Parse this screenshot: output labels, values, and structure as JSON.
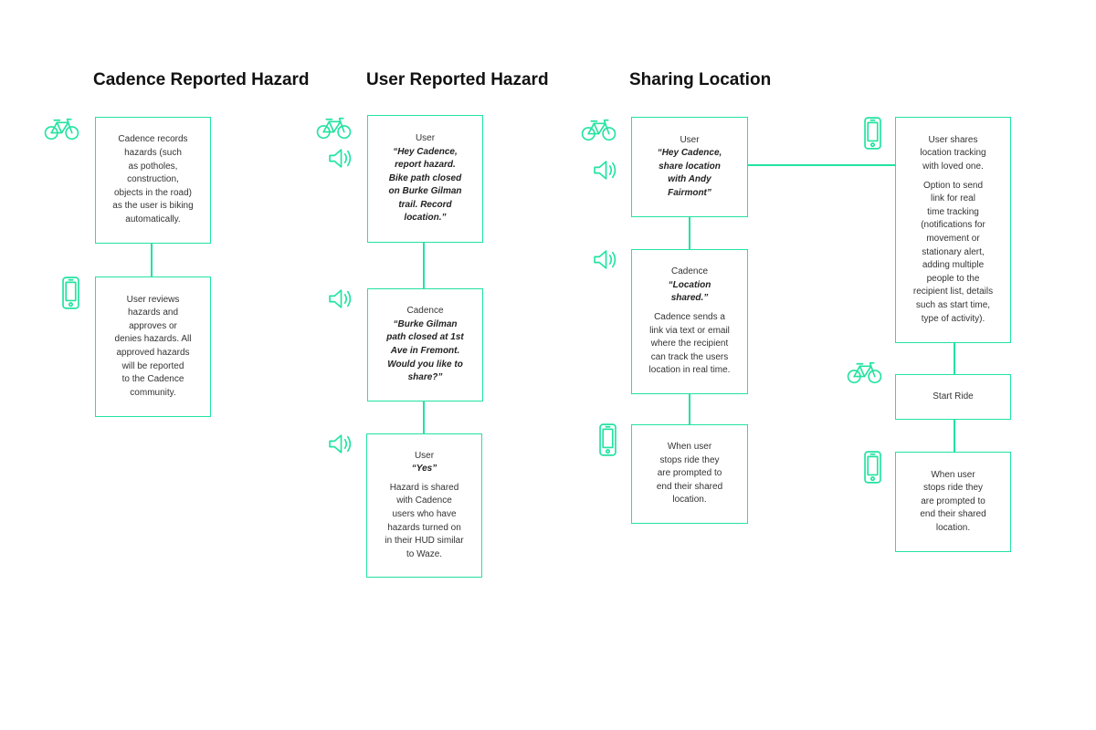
{
  "accent_color": "#22e3a0",
  "columns": {
    "cadence": {
      "title": "Cadence Reported Hazard"
    },
    "user": {
      "title": "User Reported Hazard"
    },
    "sharing": {
      "title": "Sharing Location"
    }
  },
  "boxes": {
    "cr1": {
      "text": "Cadence records\nhazards (such\nas potholes,\nconstruction,\nobjects in the road)\nas the user is biking\nautomatically."
    },
    "cr2": {
      "text": "User reviews\nhazards and\napproves or\ndenies hazards. All\napproved hazards\nwill be reported\nto the Cadence\ncommunity."
    },
    "ur1": {
      "speaker": "User",
      "quote": "“Hey Cadence,\nreport hazard.\nBike path closed\non Burke Gilman\ntrail. Record\nlocation.”"
    },
    "ur2": {
      "speaker": "Cadence",
      "quote": "“Burke Gilman\npath closed at 1st\nAve in Fremont.\nWould you like to\nshare?”"
    },
    "ur3": {
      "speaker": "User",
      "quote": "“Yes”",
      "text": "Hazard is shared\nwith Cadence\nusers who have\nhazards turned on\nin their HUD similar\nto Waze."
    },
    "sl1": {
      "speaker": "User",
      "quote": "“Hey Cadence,\nshare location\nwith Andy\nFairmont”"
    },
    "sl2": {
      "speaker": "Cadence",
      "quote": "“Location\nshared.”",
      "text": "Cadence sends a\nlink via text or email\nwhere the recipient\ncan track the users\nlocation in real time."
    },
    "sl3": {
      "text": "When user\nstops ride they\nare prompted to\nend their shared\nlocation."
    },
    "sr1": {
      "text": "User shares\nlocation tracking\nwith loved one.",
      "text2": "Option to send\nlink for real\ntime tracking\n(notifications for\nmovement or\nstationary alert,\nadding multiple\npeople to the\nrecipient list, details\nsuch as start time,\ntype of activity)."
    },
    "sr2": {
      "text": "Start Ride"
    },
    "sr3": {
      "text": "When user\nstops ride they\nare prompted to\nend their shared\nlocation."
    }
  },
  "icons": {
    "bike": "bicycle-icon",
    "phone": "phone-icon",
    "speaker": "speaker-icon"
  }
}
